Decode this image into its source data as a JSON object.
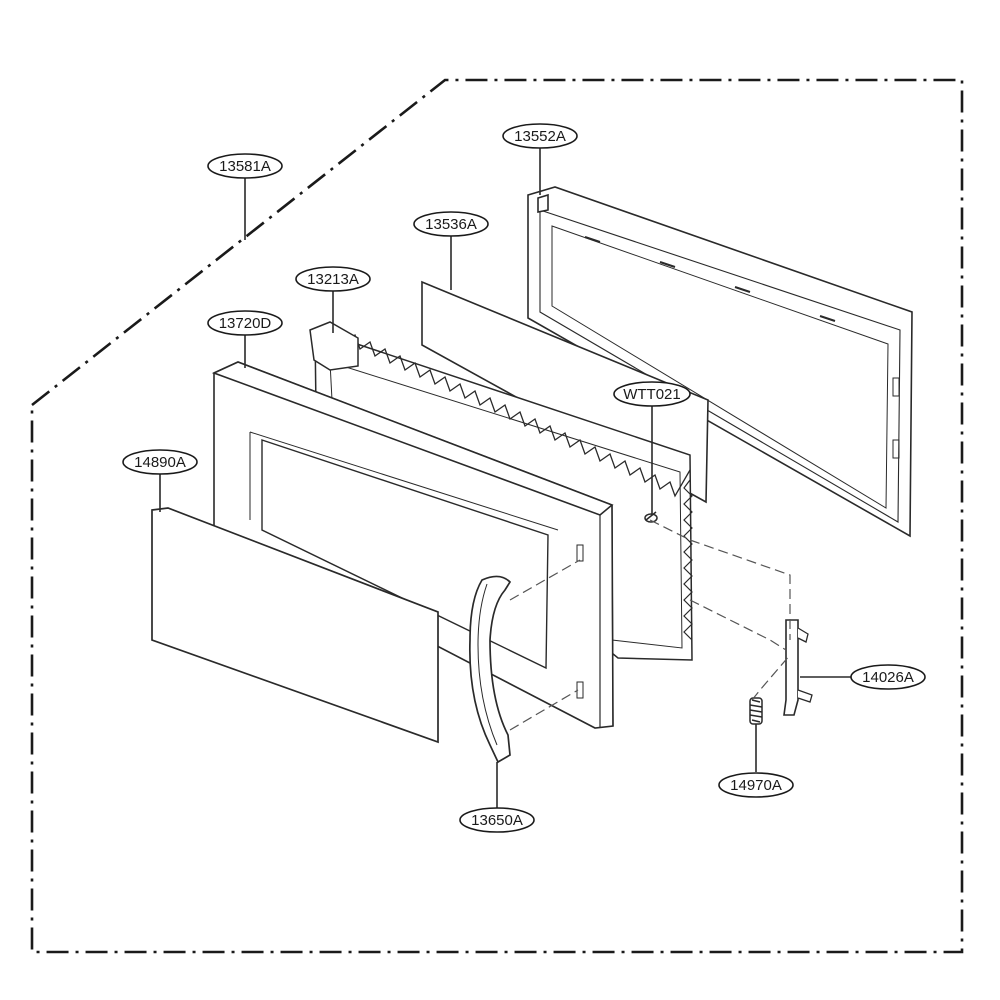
{
  "diagram": {
    "callouts": {
      "c13581A": "13581A",
      "c13552A": "13552A",
      "c13536A": "13536A",
      "c13213A": "13213A",
      "c13720D": "13720D",
      "cWTT021": "WTT021",
      "c14890A": "14890A",
      "c14026A": "14026A",
      "c14970A": "14970A",
      "c13650A": "13650A"
    },
    "colors": {
      "line": "#2a2a2a",
      "border": "#1a1a1a",
      "fill": "#ffffff"
    }
  }
}
